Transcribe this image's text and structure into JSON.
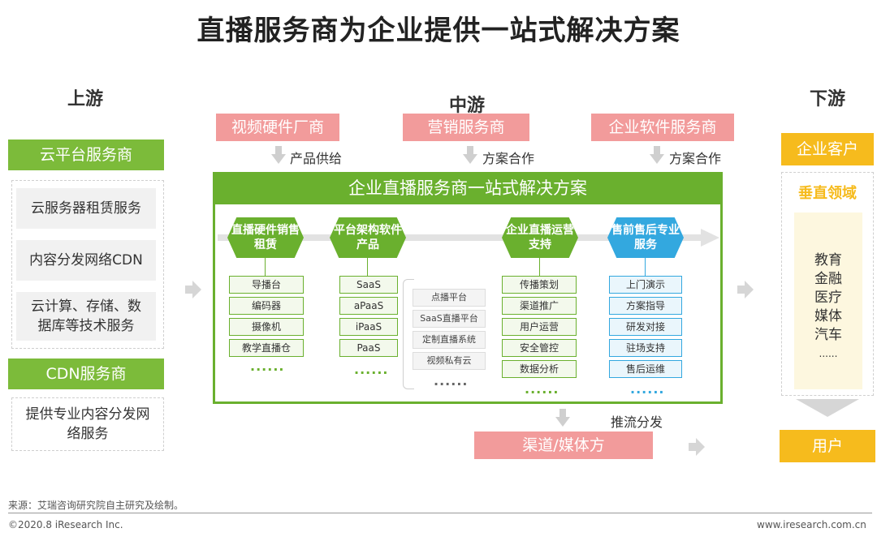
{
  "title": "直播服务商为企业提供一站式解决方案",
  "upstream": {
    "heading": "上游",
    "cloud_label": "云平台服务商",
    "cloud_items": [
      "云服务器租赁服务",
      "内容分发网络CDN",
      "云计算、存储、数据库等技术服务"
    ],
    "cdn_label": "CDN服务商",
    "cdn_item": "提供专业内容分发网络服务"
  },
  "midstream": {
    "heading": "中游",
    "suppliers": [
      {
        "label": "视频硬件厂商",
        "relation": "产品供给"
      },
      {
        "label": "营销服务商",
        "relation": "方案合作"
      },
      {
        "label": "企业软件服务商",
        "relation": "方案合作"
      }
    ],
    "solution_title": "企业直播服务商一站式解决方案",
    "stages": [
      {
        "label": "直播硬件销售租赁",
        "items": [
          "导播台",
          "编码器",
          "摄像机",
          "教学直播仓"
        ],
        "more": "......"
      },
      {
        "label": "平台架构软件产品",
        "items": [
          "SaaS",
          "aPaaS",
          "iPaaS",
          "PaaS"
        ],
        "more": "......"
      },
      {
        "label": "",
        "items": [
          "点播平台",
          "SaaS直播平台",
          "定制直播系统",
          "视频私有云"
        ],
        "more": "......"
      },
      {
        "label": "企业直播运营支持",
        "items": [
          "传播策划",
          "渠道推广",
          "用户运营",
          "安全管控",
          "数据分析"
        ],
        "more": "......"
      },
      {
        "label": "售前售后专业服务",
        "items": [
          "上门演示",
          "方案指导",
          "研发对接",
          "驻场支持",
          "售后运维"
        ],
        "more": "......"
      }
    ],
    "push_label": "推流分发",
    "channel_label": "渠道/媒体方"
  },
  "downstream": {
    "heading": "下游",
    "client_label": "企业客户",
    "vertical_label": "垂直领域",
    "verticals": [
      "教育",
      "金融",
      "医疗",
      "媒体",
      "汽车"
    ],
    "vertical_more": "......",
    "user_label": "用户"
  },
  "footer": {
    "source": "来源：艾瑞咨询研究院自主研究及绘制。",
    "copyright": "©2020.8 iResearch Inc.",
    "website": "www.iresearch.com.cn"
  },
  "colors": {
    "green": "#6ab02e",
    "blue": "#33a8df",
    "pink": "#f29b9b",
    "yellow": "#f6bb1d"
  }
}
